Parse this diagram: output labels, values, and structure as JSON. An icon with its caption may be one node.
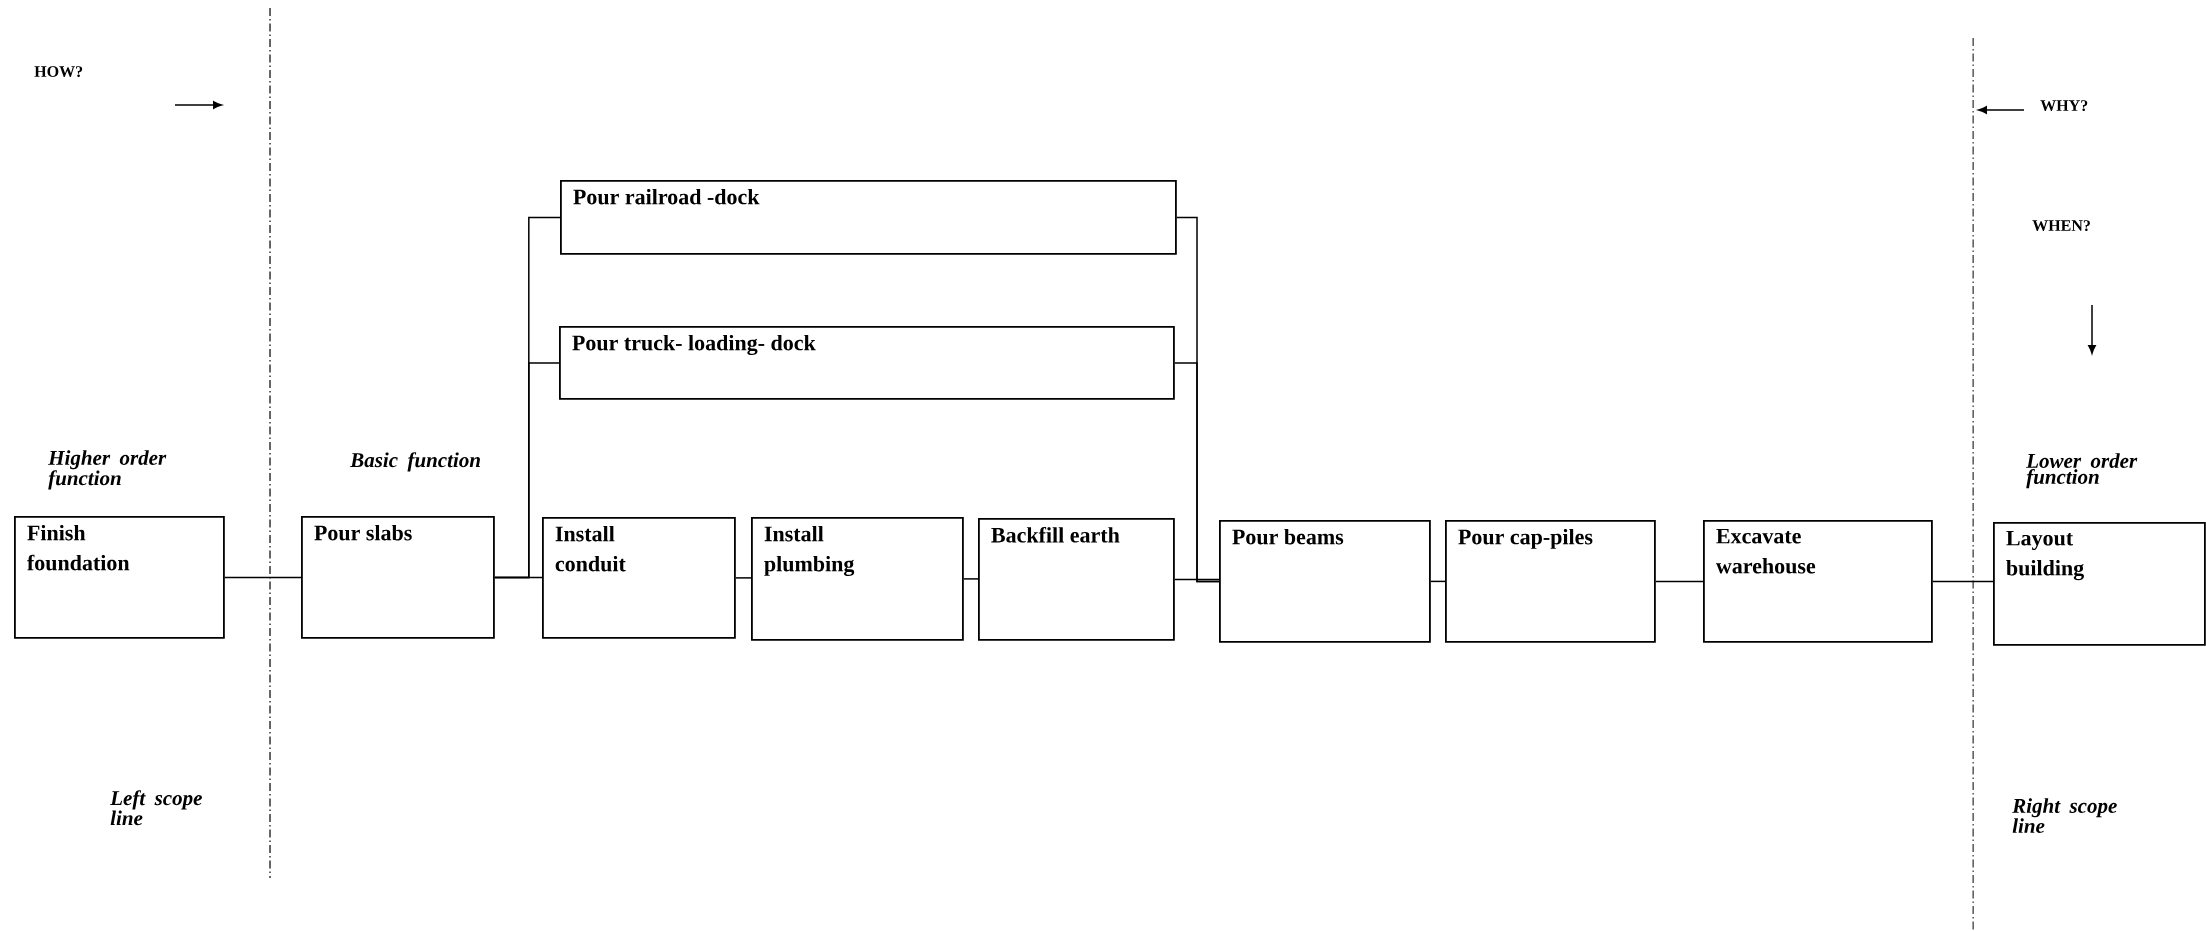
{
  "diagram": {
    "nodes": [
      {
        "text": [
          "Finish foundation"
        ],
        "beside": [
          "Higher order function"
        ]
      },
      {
        "text": [
          "Pour slabs"
        ],
        "beside": [
          "Basic function"
        ]
      },
      {
        "text": [
          "Pour railroad -dock"
        ]
      },
      {
        "text": [
          "Pour truck- loading- dock"
        ]
      },
      {
        "text": [
          "Install conduit"
        ]
      },
      {
        "text": [
          "Install plumbing"
        ]
      },
      {
        "text": [
          "Backfill earth"
        ]
      },
      {
        "text": [
          "Pour beams"
        ]
      },
      {
        "text": [
          "Pour cap-piles"
        ]
      },
      {
        "text": [
          "Excavate warehouse"
        ]
      },
      {
        "text": [
          "Layout building"
        ],
        "beside": [
          "Lower order function"
        ]
      }
    ],
    "edges": [
      {
        "from": 0,
        "to": 1,
        "arrow": "none"
      },
      {
        "from": 1,
        "to": 2,
        "arrow": "none"
      },
      {
        "from": 1,
        "to": 3,
        "arrow": "none"
      },
      {
        "from": 1,
        "to": 4,
        "arrow": "none"
      },
      {
        "from": 4,
        "to": 5,
        "arrow": "none"
      },
      {
        "from": 5,
        "to": 6,
        "arrow": "none"
      },
      {
        "from": 2,
        "to": 7,
        "arrow": "none"
      },
      {
        "from": 3,
        "to": 7,
        "arrow": "none"
      },
      {
        "from": 6,
        "to": 7,
        "arrow": "none"
      },
      {
        "from": 7,
        "to": 8,
        "arrow": "none"
      },
      {
        "from": 8,
        "to": 9,
        "arrow": "none"
      },
      {
        "from": 9,
        "to": 10,
        "arrow": "none"
      }
    ],
    "labels": [
      "HOW?",
      "WHY?",
      "WHEN?",
      "Left scope line",
      "Right scope line"
    ]
  }
}
